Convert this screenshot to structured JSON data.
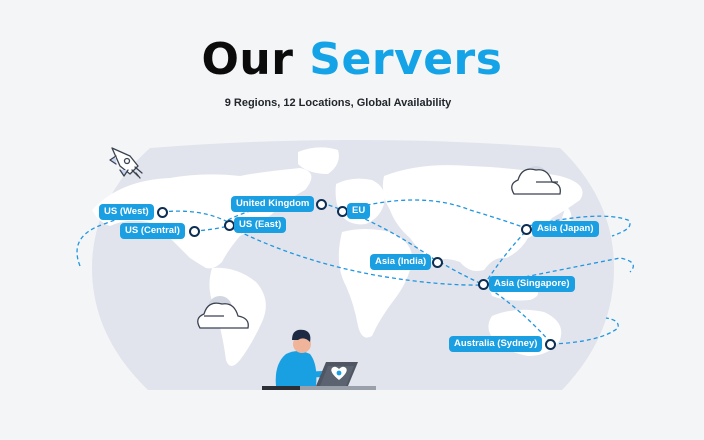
{
  "header": {
    "title_part1": "Our",
    "title_part2": "Servers",
    "subtitle": "9 Regions, 12 Locations, Global Availability"
  },
  "locations": [
    {
      "label": "US (West)"
    },
    {
      "label": "US (Central)"
    },
    {
      "label": "United Kingdom"
    },
    {
      "label": "US (East)"
    },
    {
      "label": "EU"
    },
    {
      "label": "Asia (India)"
    },
    {
      "label": "Asia (Japan)"
    },
    {
      "label": "Asia (Singapore)"
    },
    {
      "label": "Australia (Sydney)"
    }
  ],
  "colors": {
    "accent": "#14a3e6",
    "pill": "#1a9fe3",
    "map_background": "#e1e4ec",
    "continents": "#ffffff",
    "route_line": "#2196e0",
    "dot_border": "#0d2e52"
  },
  "icons": [
    "rocket-icon",
    "cloud-icon",
    "laptop-icon",
    "heart-logo-icon"
  ]
}
